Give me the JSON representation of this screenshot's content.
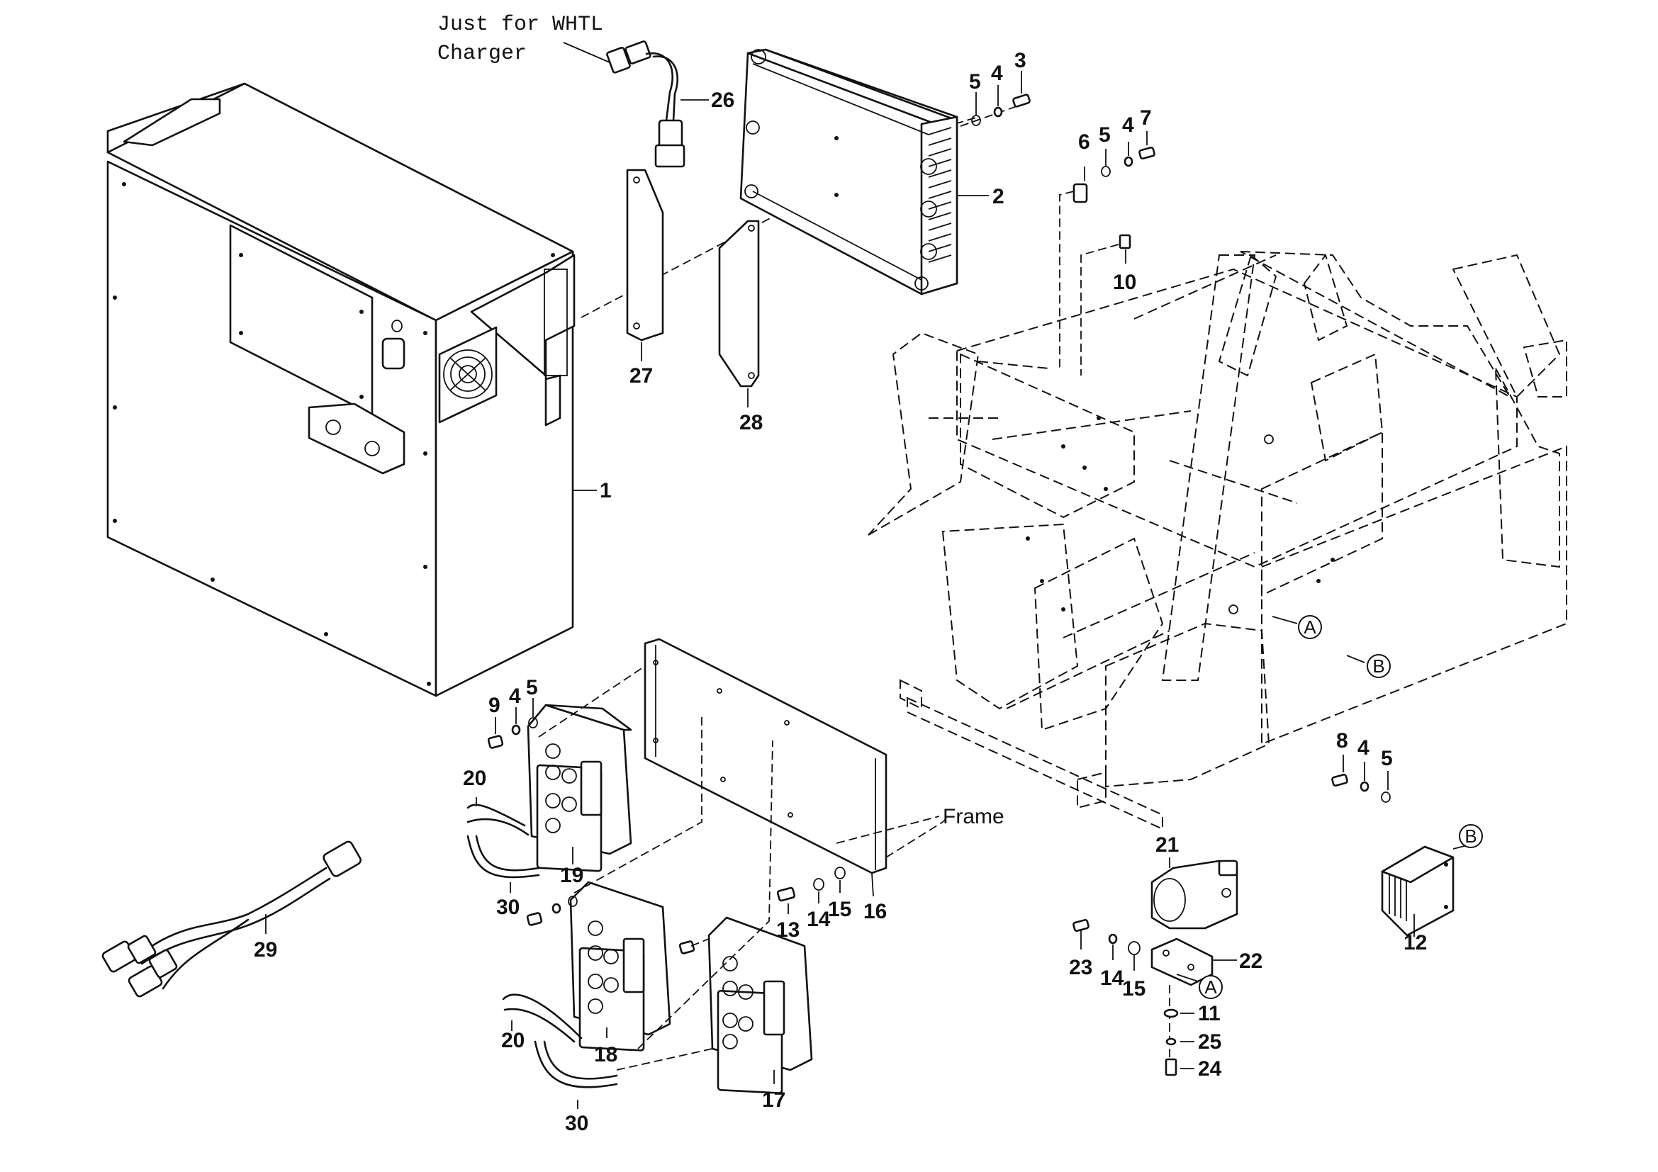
{
  "note": {
    "line1": "Just for WHTL",
    "line2": "Charger"
  },
  "frame_label": "Frame",
  "detail_markers": {
    "a": "A",
    "b": "B"
  },
  "callouts": {
    "c1": "1",
    "c2": "2",
    "c3": "3",
    "c4a": "4",
    "c4b": "4",
    "c4c": "4",
    "c4d": "4",
    "c5a": "5",
    "c5b": "5",
    "c5c": "5",
    "c5d": "5",
    "c6": "6",
    "c7": "7",
    "c8": "8",
    "c9": "9",
    "c10": "10",
    "c11": "11",
    "c12": "12",
    "c13": "13",
    "c14a": "14",
    "c14b": "14",
    "c15a": "15",
    "c15b": "15",
    "c16": "16",
    "c17": "17",
    "c18": "18",
    "c19": "19",
    "c20a": "20",
    "c20b": "20",
    "c21": "21",
    "c22": "22",
    "c23": "23",
    "c24": "24",
    "c25": "25",
    "c26": "26",
    "c27": "27",
    "c28": "28",
    "c29": "29",
    "c30a": "30",
    "c30b": "30"
  }
}
